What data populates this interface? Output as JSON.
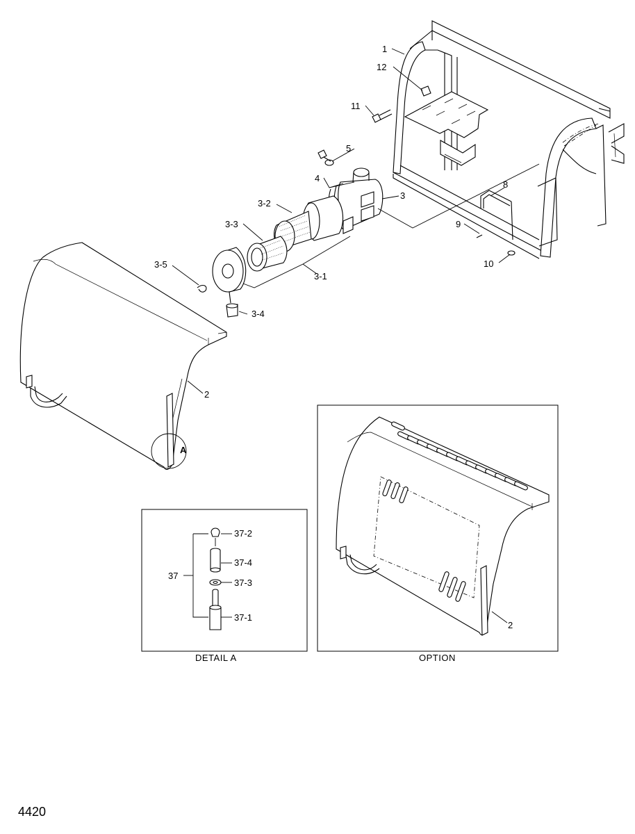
{
  "labels": {
    "p1": "1",
    "p12": "12",
    "p11": "11",
    "p5": "5",
    "p4": "4",
    "p3": "3",
    "p8": "8",
    "p3_2": "3-2",
    "p3_3": "3-3",
    "p9": "9",
    "p10": "10",
    "p3_5": "3-5",
    "p3_1": "3-1",
    "p3_4": "3-4",
    "p2": "2",
    "pA": "A",
    "p37_2": "37-2",
    "p37_4": "37-4",
    "p37": "37",
    "p37_3": "37-3",
    "p37_1": "37-1",
    "p2_option": "2"
  },
  "captions": {
    "detail": "DETAIL A",
    "option": "OPTION"
  },
  "page_number": "4420"
}
